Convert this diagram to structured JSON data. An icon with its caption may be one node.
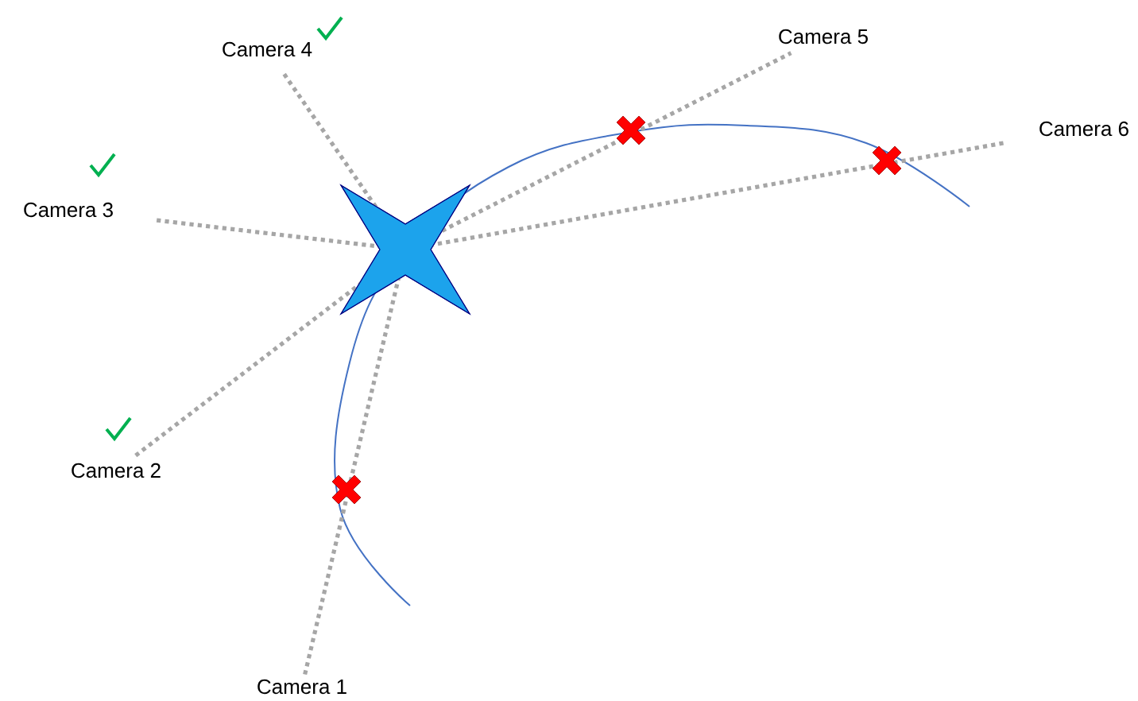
{
  "diagram": {
    "nodes": [
      {
        "text": [
          "Camera 5"
        ]
      },
      {
        "text": [
          "Camera 4"
        ]
      },
      {
        "text": [
          "Camera 6"
        ]
      },
      {
        "text": [
          "Camera 3"
        ]
      },
      {
        "text": [],
        "shape": "star"
      },
      {
        "text": [
          "Camera 2"
        ]
      },
      {
        "text": [
          "Camera 1"
        ]
      }
    ],
    "edges": [
      {
        "from": 6,
        "to": 4,
        "arrow": "none"
      },
      {
        "from": 5,
        "to": 4,
        "arrow": "none"
      },
      {
        "from": 3,
        "to": 4,
        "arrow": "none"
      },
      {
        "from": 1,
        "to": 4,
        "arrow": "none"
      },
      {
        "from": 4,
        "to": 0,
        "arrow": "none"
      },
      {
        "from": 4,
        "to": 2,
        "arrow": "none"
      }
    ]
  }
}
